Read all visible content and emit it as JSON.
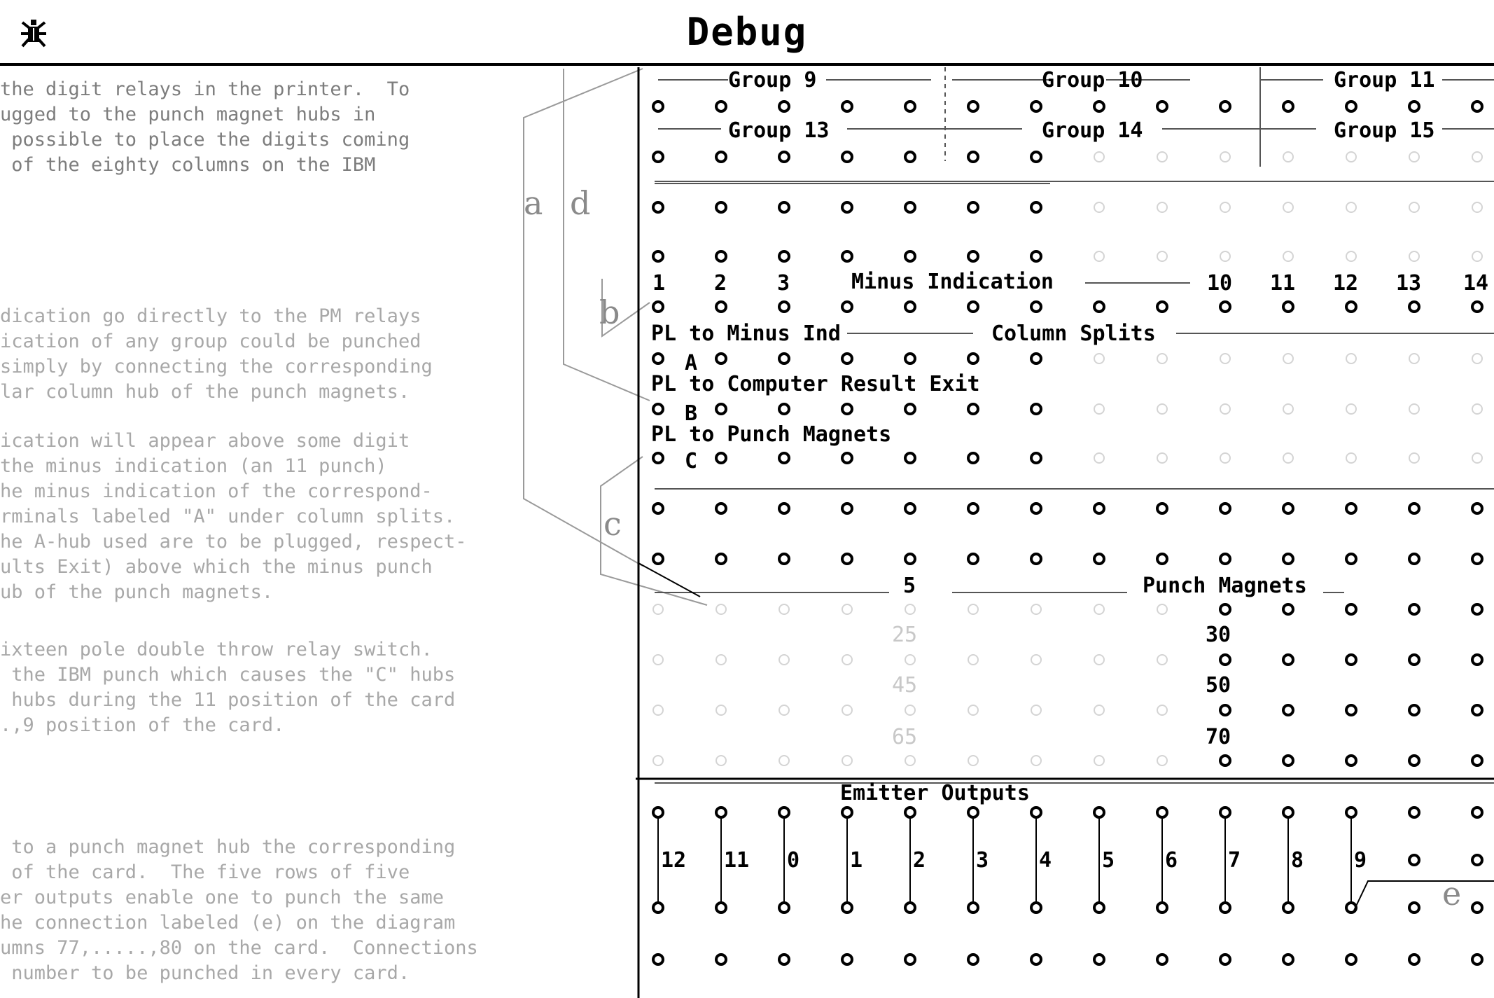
{
  "window": {
    "title": "Debug",
    "icon": "bug-icon"
  },
  "left_text": {
    "para1": [
      "the digit relays in the printer.  To",
      "ugged to the punch magnet hubs in",
      " possible to place the digits coming",
      " of the eighty columns on the IBM"
    ],
    "para2": [
      "dication go directly to the PM relays",
      "ication of any group could be punched",
      "simply by connecting the corresponding",
      "lar column hub of the punch magnets."
    ],
    "para3": [
      "ication will appear above some digit",
      "the minus indication (an 11 punch)",
      "he minus indication of the correspond-",
      "rminals labeled \"A\" under column splits.",
      "he A-hub used are to be plugged, respect-",
      "ults Exit) above which the minus punch",
      "ub of the punch magnets."
    ],
    "para4": [
      "ixteen pole double throw relay switch.",
      " the IBM punch which causes the \"C\" hubs",
      " hubs during the 11 position of the card",
      ".,9 position of the card."
    ],
    "para5": [
      " to a punch magnet hub the corresponding",
      " of the card.  The five rows of five",
      "er outputs enable one to punch the same",
      "he connection labeled (e) on the diagram",
      "umns 77,.....,80 on the card.  Connections",
      " number to be punched in every card.",
      "                                        "
    ]
  },
  "sketch_letters": [
    "a",
    "d",
    "b",
    "c",
    "e"
  ],
  "plugboard": {
    "group_labels": [
      "Group 9",
      "Group 10",
      "Group 11",
      "Group 13",
      "Group 14",
      "Group 15"
    ],
    "minus_row": {
      "numbers": [
        "1",
        "2",
        "3",
        "10",
        "11",
        "12",
        "13",
        "14"
      ],
      "label": "Minus Indication"
    },
    "row_labels": {
      "pl_minus": "PL to Minus Ind",
      "column_splits": "Column Splits",
      "pl_computer": "PL to Computer Result Exit",
      "pl_punch": "PL to Punch Magnets",
      "hub_a": "A",
      "hub_b": "B",
      "hub_c": "C"
    },
    "punch_magnets": {
      "label": "Punch Magnets",
      "mark": "5"
    },
    "column_numbers": [
      "30",
      "50",
      "70"
    ],
    "faint_numbers": [
      "25",
      "45",
      "65"
    ],
    "emitter": {
      "label": "Emitter Outputs",
      "values": [
        "12",
        "11",
        "0",
        "1",
        "2",
        "3",
        "4",
        "5",
        "6",
        "7",
        "8",
        "9"
      ]
    },
    "hub_glyph": "o"
  }
}
